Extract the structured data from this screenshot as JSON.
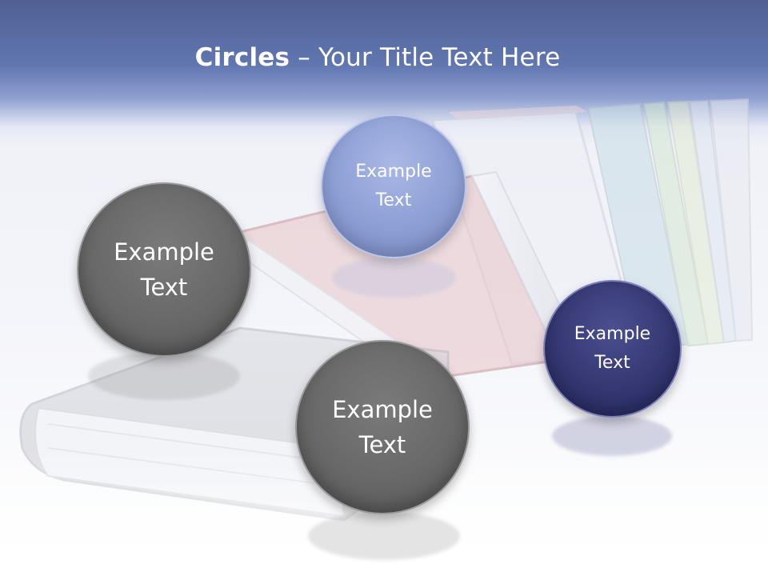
{
  "slide": {
    "title_bold": "Circles",
    "title_rest": " – Your Title Text Here",
    "circles": [
      {
        "label_line1": "Example",
        "label_line2": "Text",
        "color": "#676767"
      },
      {
        "label_line1": "Example",
        "label_line2": "Text",
        "color": "#8c9ed4"
      },
      {
        "label_line1": "Example",
        "label_line2": "Text",
        "color": "#343772"
      },
      {
        "label_line1": "Example",
        "label_line2": "Text",
        "color": "#676767"
      }
    ]
  },
  "colors": {
    "header_top": "#4f5f92",
    "header_mid": "#6176b0",
    "title_text": "#ffffff"
  }
}
